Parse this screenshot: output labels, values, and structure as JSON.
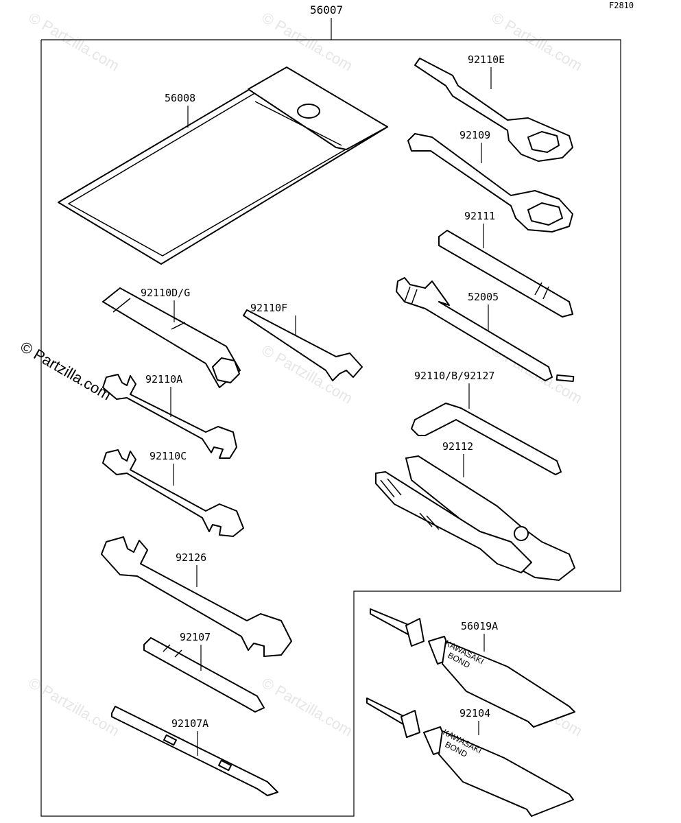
{
  "figure_code": "F2810",
  "assembly": "56007",
  "watermark": "© Partzilla.com",
  "side_watermark": "© Partzilla.com",
  "tube_text": {
    "brand": "KAWASAKI",
    "product": "BOND"
  },
  "parts": [
    {
      "id": "56008"
    },
    {
      "id": "92110D/G"
    },
    {
      "id": "92110F"
    },
    {
      "id": "92110A"
    },
    {
      "id": "92110C"
    },
    {
      "id": "92126"
    },
    {
      "id": "92107"
    },
    {
      "id": "92107A"
    },
    {
      "id": "92110E"
    },
    {
      "id": "92109"
    },
    {
      "id": "92111"
    },
    {
      "id": "52005"
    },
    {
      "id": "92110/B/92127"
    },
    {
      "id": "92112"
    },
    {
      "id": "56019A"
    },
    {
      "id": "92104"
    }
  ]
}
